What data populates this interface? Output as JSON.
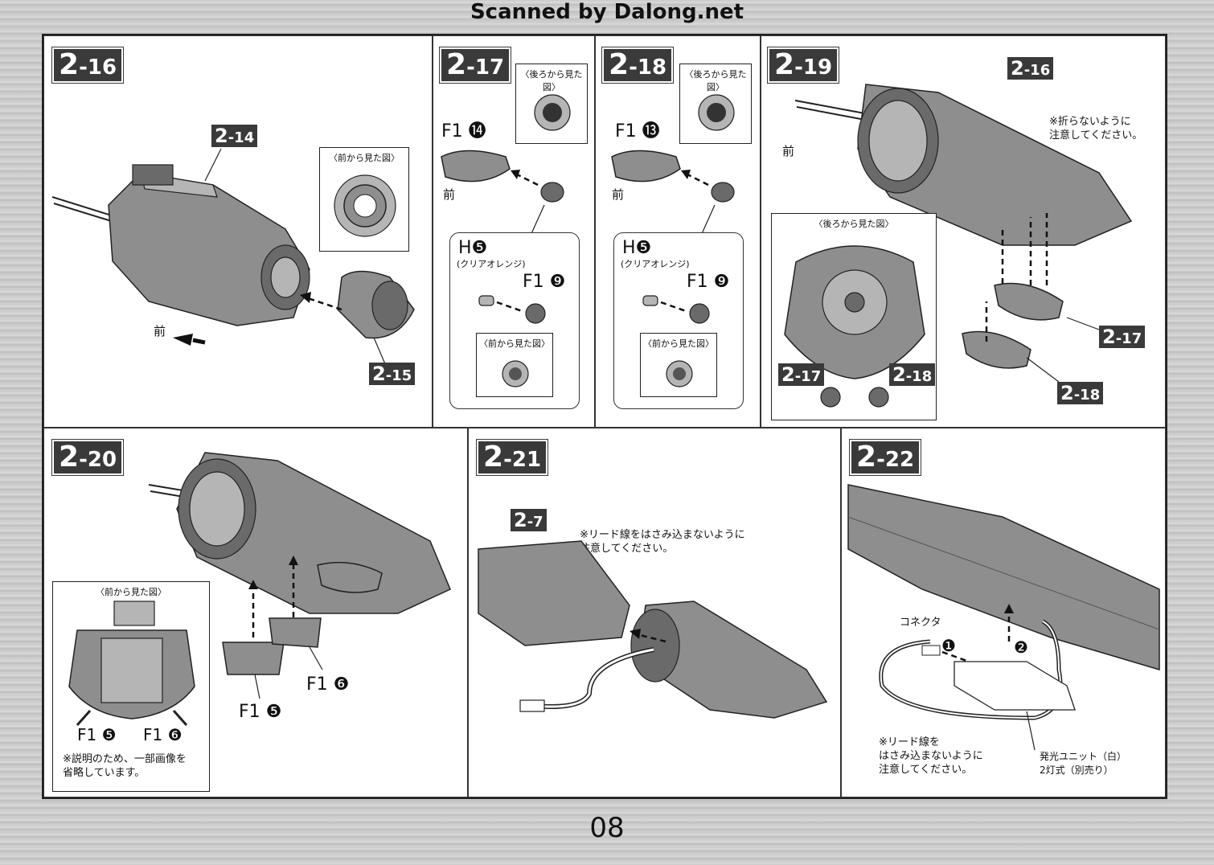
{
  "scan_credit": "Scanned by Dalong.net",
  "page_number": "08",
  "labels": {
    "front": "前",
    "view_front": "〈前から見た図〉",
    "view_back": "〈後ろから見た図〉"
  },
  "step_2_16": {
    "prefix": "2",
    "num": "-16",
    "ref_a_prefix": "2",
    "ref_a_num": "-14",
    "ref_b_prefix": "2",
    "ref_b_num": "-15"
  },
  "step_2_17": {
    "prefix": "2",
    "num": "-17",
    "part_main": "F1 ⓮",
    "callout_part": "H❺",
    "callout_note": "(クリアオレンジ)",
    "callout_target": "F1 ❾"
  },
  "step_2_18": {
    "prefix": "2",
    "num": "-18",
    "part_main": "F1 ⓭",
    "callout_part": "H❺",
    "callout_note": "(クリアオレンジ)",
    "callout_target": "F1 ❾"
  },
  "step_2_19": {
    "prefix": "2",
    "num": "-19",
    "ref_top_prefix": "2",
    "ref_top_num": "-16",
    "note": "※折らないように\n注意してください。",
    "ref_a_prefix": "2",
    "ref_a_num": "-17",
    "ref_b_prefix": "2",
    "ref_b_num": "-18"
  },
  "step_2_20": {
    "prefix": "2",
    "num": "-20",
    "part_a": "F1 ❺",
    "part_b": "F1 ❻",
    "note": "※説明のため、一部画像を\n省略しています。"
  },
  "step_2_21": {
    "prefix": "2",
    "num": "-21",
    "ref_prefix": "2",
    "ref_num": "-7",
    "note": "※リード線をはさみ込まないように\n注意してください。"
  },
  "step_2_22": {
    "prefix": "2",
    "num": "-22",
    "connector": "コネクタ",
    "step1": "❶",
    "step2": "❷",
    "note": "※リード線を\nはさみ込まないように\n注意してください。",
    "unit": "発光ユニット（白）\n2灯式（別売り）"
  }
}
